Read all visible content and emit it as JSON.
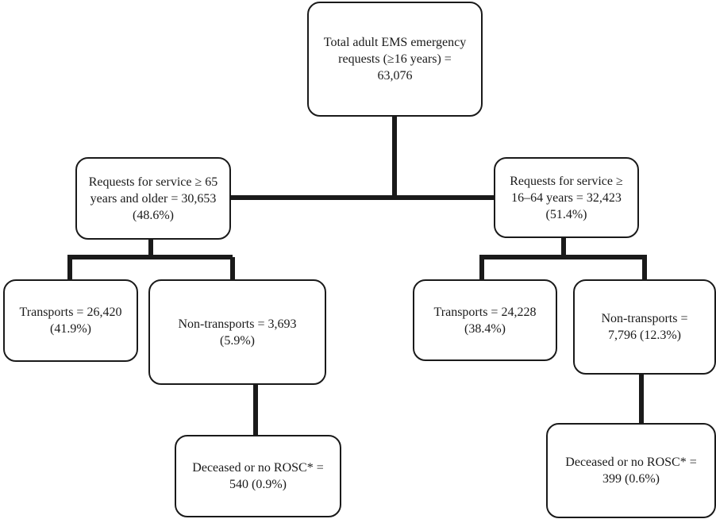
{
  "flowchart": {
    "total": "Total adult EMS emergency requests (≥16 years) = 63,076",
    "older": "Requests for service ≥ 65 years and older = 30,653 (48.6%)",
    "younger": "Requests for service ≥ 16–64 years = 32,423 (51.4%)",
    "older_transports": "Transports = 26,420 (41.9%)",
    "older_non_transports": "Non-transports = 3,693 (5.9%)",
    "older_deceased": "Deceased or no ROSC* = 540 (0.9%)",
    "younger_transports": "Transports = 24,228 (38.4%)",
    "younger_non_transports": "Non-transports = 7,796 (12.3%)",
    "younger_deceased": "Deceased or no ROSC* = 399 (0.6%)"
  },
  "colors": {
    "line": "#1a1a1a",
    "box_border": "#1a1a1a",
    "background": "#ffffff"
  }
}
